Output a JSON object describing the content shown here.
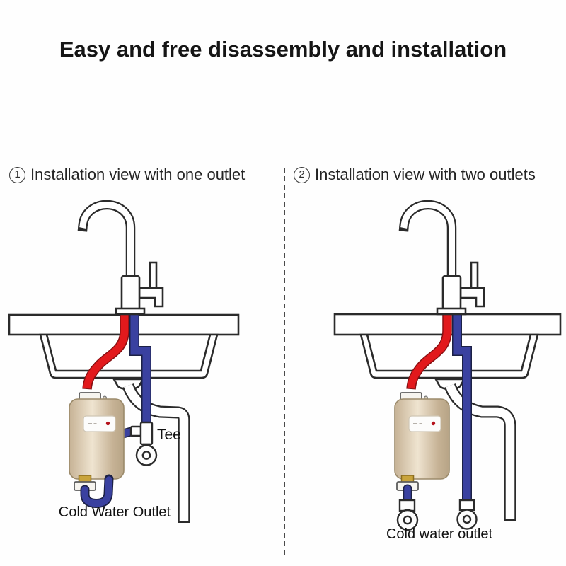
{
  "title": "Easy and free disassembly and installation",
  "panels": {
    "left": {
      "number": "1",
      "heading": "Installation view with one outlet",
      "labels": {
        "tee": "Tee",
        "cold_water_outlet": "Cold Water Outlet"
      }
    },
    "right": {
      "number": "2",
      "heading": "Installation view with two outlets",
      "labels": {
        "cold_water_outlet": "Cold water outlet"
      }
    }
  },
  "colors": {
    "text": "#1c1c1c",
    "outline": "#2b2b2b",
    "hot_pipe": "#e2191c",
    "hot_pipe_edge": "#871012",
    "cold_pipe": "#3a41a0",
    "cold_pipe_edge": "#1c2145",
    "heater_dark": "#c6b295",
    "heater_light": "#efe4d0",
    "heater_edge": "#9b8a6a",
    "indicator_red": "#b5121b",
    "brass": "#c9a43c"
  }
}
